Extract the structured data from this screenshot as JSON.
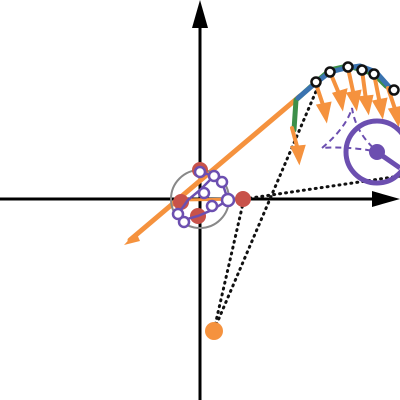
{
  "colors": {
    "axis": "#000000",
    "orange": "#f5923e",
    "red": "#c8524a",
    "purple": "#6c4fb0",
    "green": "#3c8f4a",
    "blue": "#3a73b0",
    "gray": "#888888",
    "dotted": "#111111"
  },
  "icons": {
    "axis_arrow": "triangle-arrowhead",
    "node": "ring-marker"
  },
  "diagram": {
    "type": "vector-geometry-figure",
    "has_text": false
  }
}
